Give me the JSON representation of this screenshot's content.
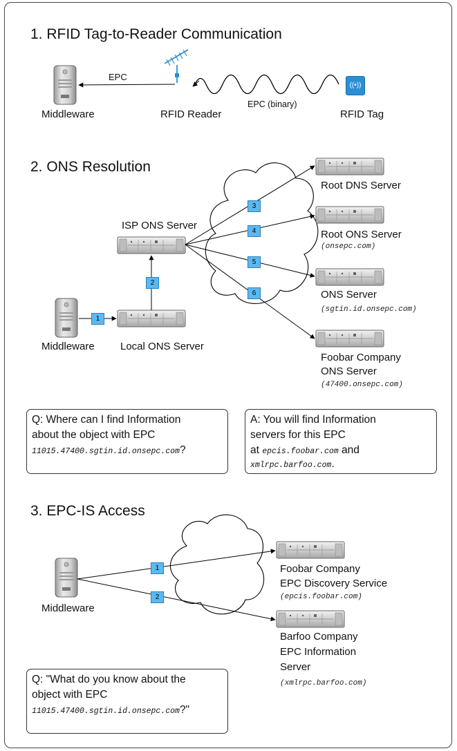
{
  "s1": {
    "title": "1. RFID Tag-to-Reader Communication",
    "epc_label": "EPC",
    "epc_binary_label": "EPC (binary)",
    "middleware": "Middleware",
    "reader": "RFID Reader",
    "tag": "RFID Tag",
    "tag_glyph": "((•))"
  },
  "s2": {
    "title": "2. ONS Resolution",
    "isp": "ISP ONS Server",
    "middleware": "Middleware",
    "local": "Local ONS Server",
    "root_dns": "Root DNS Server",
    "root_ons": "Root ONS Server",
    "root_ons_domain": "(onsepc.com)",
    "ons": "ONS Server",
    "ons_domain": "(sgtin.id.onsepc.com)",
    "foobar_1": "Foobar Company",
    "foobar_2": "ONS Server",
    "foobar_domain": "(47400.onsepc.com)",
    "badges": [
      "1",
      "2",
      "3",
      "4",
      "5",
      "6"
    ],
    "q_line1": "Q: Where can I find Information",
    "q_line2": "about the object with EPC",
    "q_epc": "11015.47400.sgtin.id.onsepc.com",
    "q_end": "?",
    "a_line1": "A: You will find Information",
    "a_line2": "servers for this EPC",
    "a_at": "at ",
    "a_host1": "epcis.foobar.com",
    "a_and": " and",
    "a_host2": "xmlrpc.barfoo.com",
    "a_end": "."
  },
  "s3": {
    "title": "3. EPC-IS Access",
    "middleware": "Middleware",
    "foobar_1": "Foobar Company",
    "foobar_2": "EPC Discovery Service",
    "foobar_domain": "(epcis.foobar.com)",
    "barfoo_1": "Barfoo Company",
    "barfoo_2": "EPC Information",
    "barfoo_3": "Server",
    "barfoo_domain": "(xmlrpc.barfoo.com)",
    "badges": [
      "1",
      "2"
    ],
    "q_line1": "Q: \"What do you know about the",
    "q_line2": "object with EPC",
    "q_epc": "11015.47400.sgtin.id.onsepc.com",
    "q_end": "?\""
  }
}
